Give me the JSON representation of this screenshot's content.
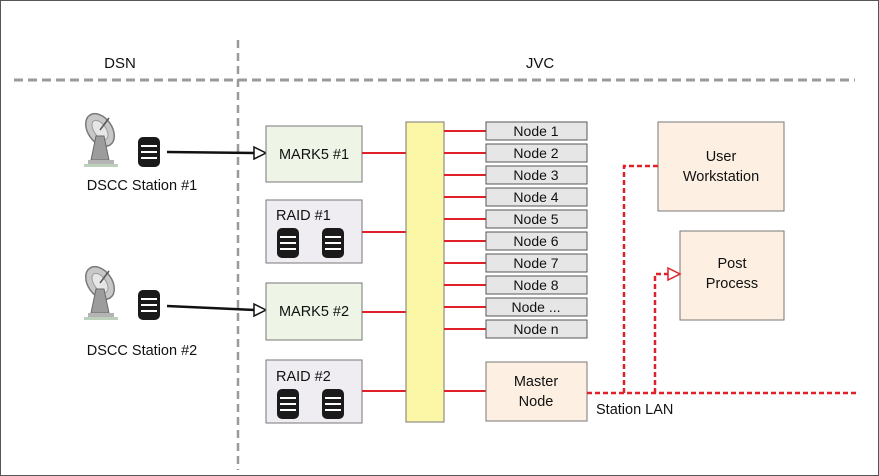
{
  "sections": {
    "left": "DSN",
    "right": "JVC"
  },
  "stations": [
    {
      "label": "DSCC Station #1",
      "icon": "satellite-dish-icon"
    },
    {
      "label": "DSCC Station #2",
      "icon": "satellite-dish-icon"
    }
  ],
  "mark5": [
    "MARK5 #1",
    "MARK5 #2"
  ],
  "raid": [
    "RAID #1",
    "RAID #2"
  ],
  "nodes": [
    "Node 1",
    "Node 2",
    "Node 3",
    "Node 4",
    "Node 5",
    "Node 6",
    "Node 7",
    "Node 8",
    "Node ...",
    "Node n"
  ],
  "master": {
    "line1": "Master",
    "line2": "Node"
  },
  "workstation": {
    "line1": "User",
    "line2": "Workstation"
  },
  "post": {
    "line1": "Post",
    "line2": "Process"
  },
  "lan": "Station LAN",
  "colors": {
    "link": "#e0202a",
    "switch_fill": "#fbf7a6",
    "mark_fill": "#eef5e6",
    "raid_fill": "#f0edf2",
    "node_fill": "#e6e6e6",
    "peach_fill": "#fdf0e2",
    "divider": "#9a9a9a"
  }
}
